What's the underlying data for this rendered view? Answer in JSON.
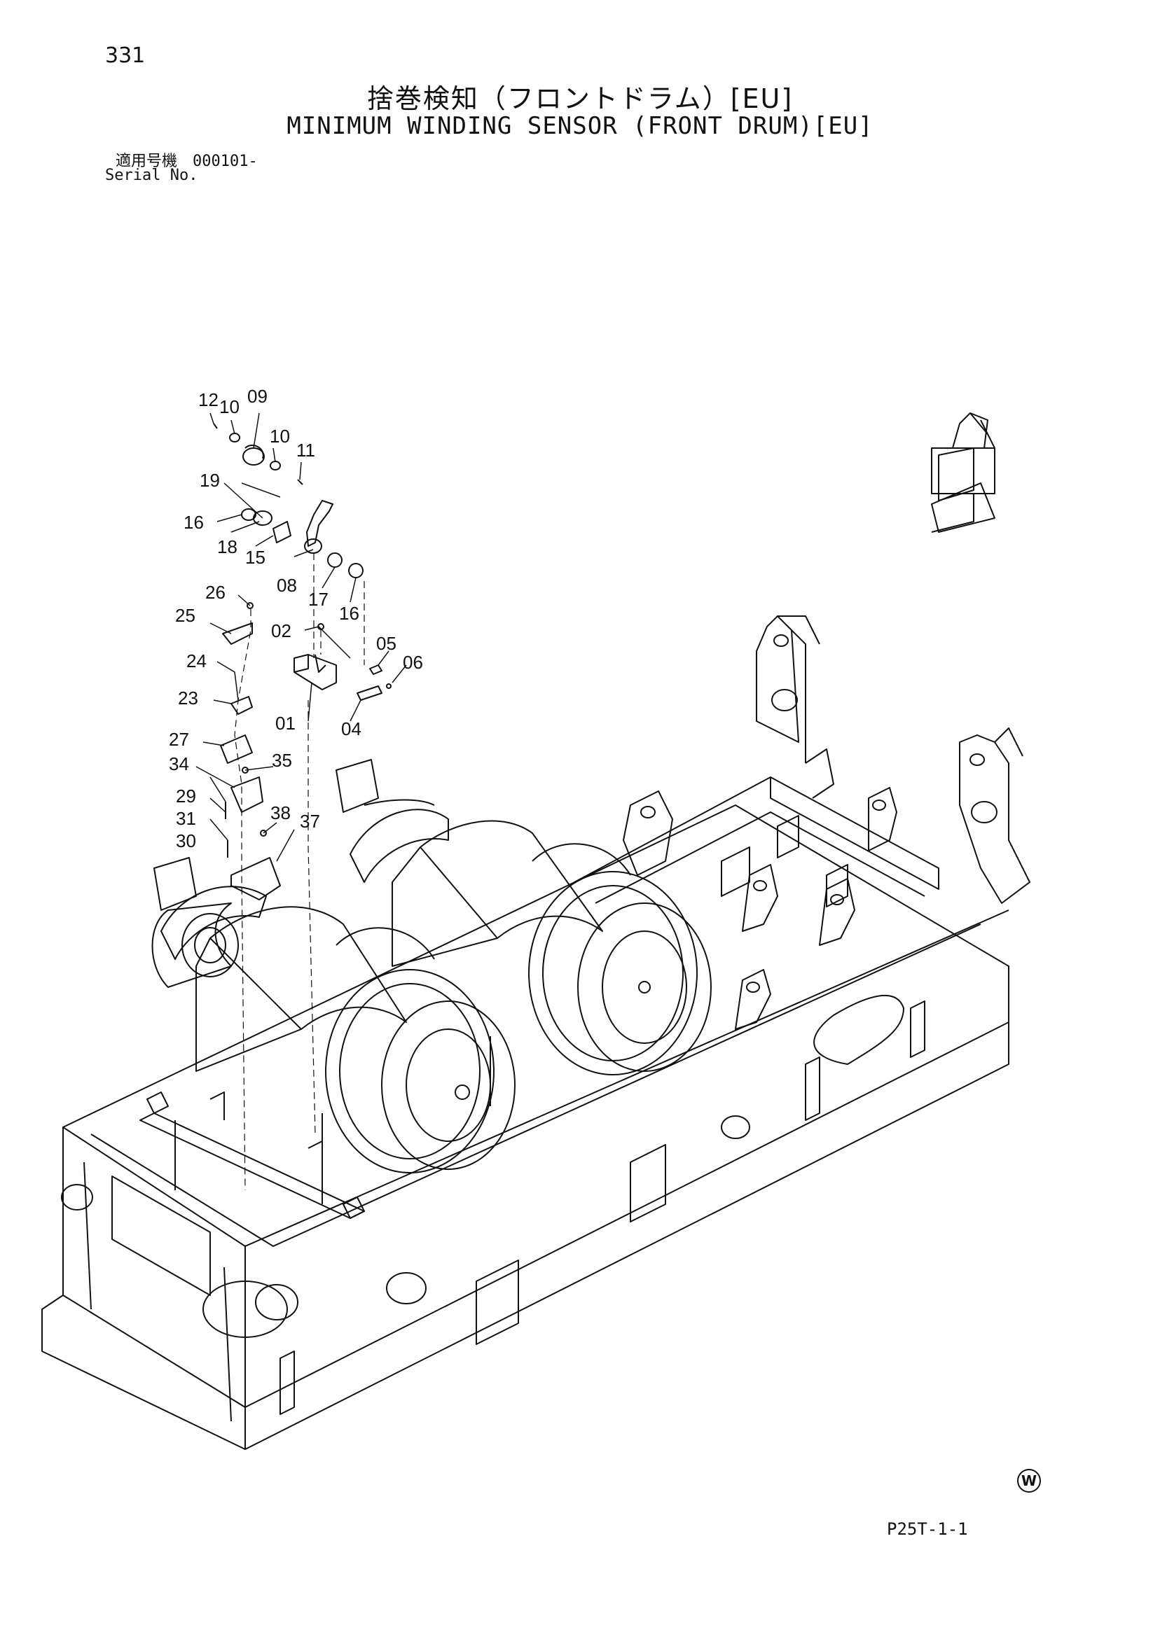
{
  "header": {
    "page_number": "331",
    "title_jp": "捨巻検知（フロントドラム）[EU]",
    "title_en": "MINIMUM WINDING SENSOR (FRONT DRUM)[EU]",
    "serial_label_jp": "適用号機",
    "serial_value": "000101-",
    "serial_label_en": "Serial No."
  },
  "callouts": [
    "12",
    "10",
    "09",
    "10",
    "11",
    "19",
    "16",
    "18",
    "15",
    "08",
    "17",
    "16",
    "26",
    "25",
    "02",
    "05",
    "06",
    "24",
    "23",
    "01",
    "04",
    "27",
    "35",
    "34",
    "29",
    "38",
    "37",
    "31",
    "30"
  ],
  "footer": {
    "mark": "W",
    "drawing_code": "P25T-1-1"
  }
}
